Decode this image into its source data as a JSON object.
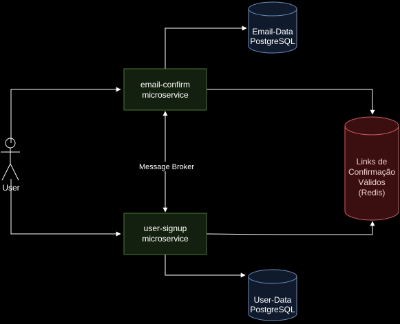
{
  "diagram": {
    "nodes": {
      "email_data_db": {
        "line1": "Email-Data",
        "line2": "PostgreSQL"
      },
      "email_confirm": {
        "line1": "email-confirm",
        "line2": "microservice"
      },
      "user_signup": {
        "line1": "user-signup",
        "line2": "microservice"
      },
      "user_data_db": {
        "line1": "User-Data",
        "line2": "PostgreSQL"
      },
      "redis": {
        "line1": "Links de",
        "line2": "Confirmação",
        "line3": "Válidos",
        "line4": "(Redis)"
      },
      "user": {
        "label": "User"
      }
    },
    "edges": {
      "message_broker": {
        "label": "Message Broker"
      }
    },
    "colors": {
      "background": "#000000",
      "service_fill": "#14200f",
      "service_stroke": "#4a7a2e",
      "postgres_fill": "#0f1b2d",
      "postgres_stroke": "#6c8ebf",
      "redis_fill": "#3b0f10",
      "redis_stroke": "#d06060",
      "edge": "#ffffff"
    }
  }
}
